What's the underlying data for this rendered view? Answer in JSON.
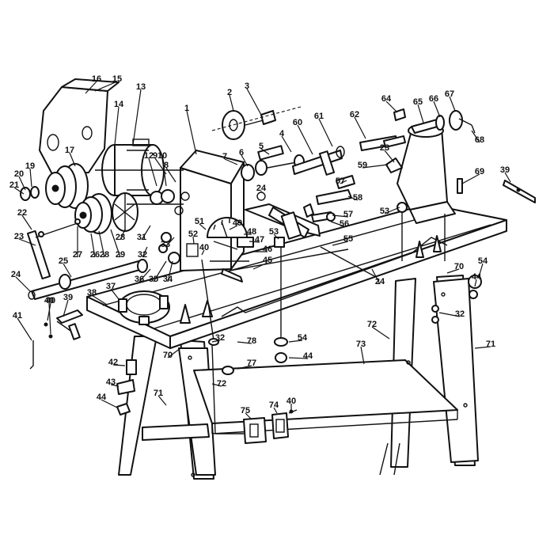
{
  "callouts": [
    {
      "n": "1"
    },
    {
      "n": "2"
    },
    {
      "n": "3"
    },
    {
      "n": "4"
    },
    {
      "n": "5"
    },
    {
      "n": "6"
    },
    {
      "n": "7"
    },
    {
      "n": "8"
    },
    {
      "n": "9"
    },
    {
      "n": "10"
    },
    {
      "n": "12"
    },
    {
      "n": "13"
    },
    {
      "n": "14"
    },
    {
      "n": "15"
    },
    {
      "n": "16"
    },
    {
      "n": "17"
    },
    {
      "n": "19"
    },
    {
      "n": "20"
    },
    {
      "n": "21"
    },
    {
      "n": "22"
    },
    {
      "n": "23"
    },
    {
      "n": "23"
    },
    {
      "n": "24"
    },
    {
      "n": "24"
    },
    {
      "n": "24"
    },
    {
      "n": "25"
    },
    {
      "n": "26"
    },
    {
      "n": "27"
    },
    {
      "n": "28"
    },
    {
      "n": "28"
    },
    {
      "n": "29"
    },
    {
      "n": "31"
    },
    {
      "n": "32"
    },
    {
      "n": "32"
    },
    {
      "n": "32"
    },
    {
      "n": "33"
    },
    {
      "n": "34"
    },
    {
      "n": "35"
    },
    {
      "n": "36"
    },
    {
      "n": "37"
    },
    {
      "n": "38"
    },
    {
      "n": "39"
    },
    {
      "n": "39"
    },
    {
      "n": "40"
    },
    {
      "n": "40"
    },
    {
      "n": "40"
    },
    {
      "n": "40"
    },
    {
      "n": "41"
    },
    {
      "n": "42"
    },
    {
      "n": "43"
    },
    {
      "n": "44"
    },
    {
      "n": "44"
    },
    {
      "n": "44"
    },
    {
      "n": "45"
    },
    {
      "n": "46"
    },
    {
      "n": "47"
    },
    {
      "n": "48"
    },
    {
      "n": "49"
    },
    {
      "n": "51"
    },
    {
      "n": "52"
    },
    {
      "n": "53"
    },
    {
      "n": "53"
    },
    {
      "n": "54"
    },
    {
      "n": "54"
    },
    {
      "n": "55"
    },
    {
      "n": "56"
    },
    {
      "n": "57"
    },
    {
      "n": "57"
    },
    {
      "n": "58"
    },
    {
      "n": "59"
    },
    {
      "n": "60"
    },
    {
      "n": "61"
    },
    {
      "n": "62"
    },
    {
      "n": "64"
    },
    {
      "n": "65"
    },
    {
      "n": "66"
    },
    {
      "n": "67"
    },
    {
      "n": "68"
    },
    {
      "n": "69"
    },
    {
      "n": "70"
    },
    {
      "n": "70"
    },
    {
      "n": "71"
    },
    {
      "n": "71"
    },
    {
      "n": "72"
    },
    {
      "n": "72"
    },
    {
      "n": "73"
    },
    {
      "n": "74"
    },
    {
      "n": "75"
    },
    {
      "n": "77"
    },
    {
      "n": "78"
    }
  ]
}
